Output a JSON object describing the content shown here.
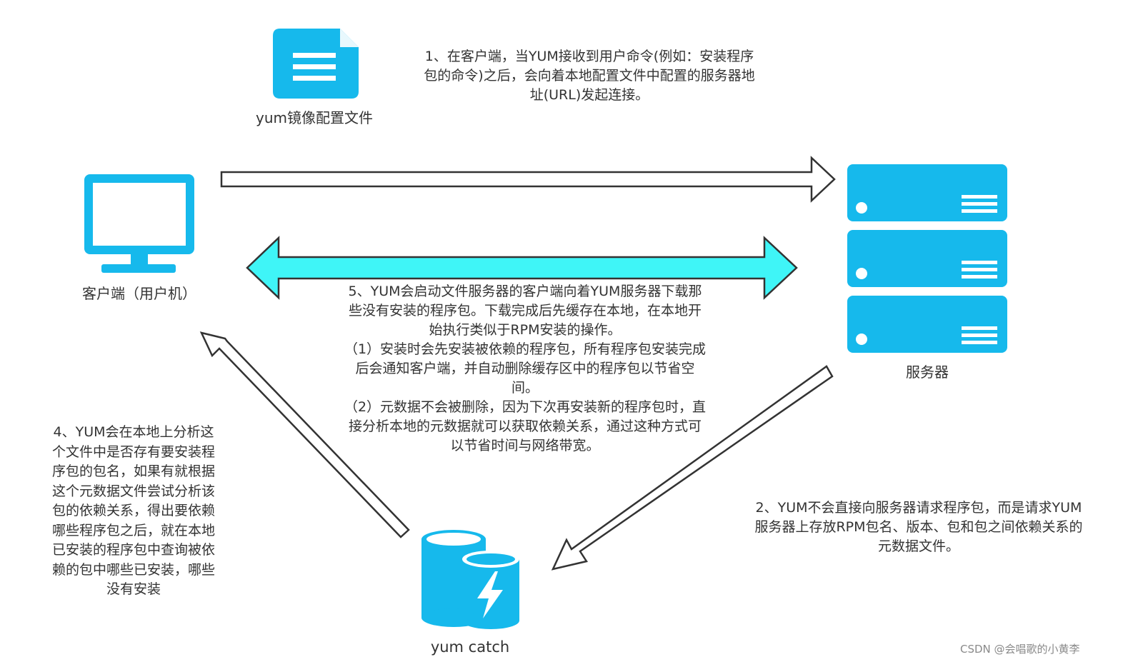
{
  "colors": {
    "icon_blue": "#16b9ec",
    "arrow_fill_cyan": "#3ff5f7",
    "arrow_outline": "#333333",
    "text": "#333333"
  },
  "icons": {
    "config_file": "document-icon",
    "client": "monitor-icon",
    "server": "server-stack-icon",
    "cache": "database-lightning-icon"
  },
  "nodes": {
    "config_file_label": "yum镜像配置文件",
    "client_label": "客户端（用户机）",
    "server_label": "服务器",
    "cache_label": "yum catch"
  },
  "steps": {
    "step1": [
      "1、在客户端，当YUM接收到用户命令(例如：安装程序",
      "包的命令)之后，会向着本地配置文件中配置的服务器地",
      "址(URL)发起连接。"
    ],
    "step2": [
      "2、YUM不会直接向服务器请求程序包，而是请求YUM",
      "服务器上存放RPM包名、版本、包和包之间依赖关系的",
      "元数据文件。"
    ],
    "step4": [
      "4、YUM会在本地上分析这",
      "个文件中是否存有要安装程",
      "序包的包名，如果有就根据",
      "这个元数据文件尝试分析该",
      "包的依赖关系，得出要依赖",
      "哪些程序包之后，就在本地",
      "已安装的程序包中查询被依",
      "赖的包中哪些已安装，哪些",
      "没有安装"
    ],
    "step5": [
      "5、YUM会启动文件服务器的客户端向着YUM服务器下载那",
      "些没有安装的程序包。下载完成后先缓存在本地，在本地开",
      "始执行类似于RPM安装的操作。",
      "（1）安装时会先安装被依赖的程序包，所有程序包安装完成",
      "后会通知客户端，并自动删除缓存区中的程序包以节省空",
      "间。",
      "（2）元数据不会被删除，因为下次再安装新的程序包时，直",
      "接分析本地的元数据就可以获取依赖关系，通过这种方式可",
      "以节省时间与网络带宽。"
    ]
  },
  "watermark": "CSDN @会唱歌的小黄李"
}
